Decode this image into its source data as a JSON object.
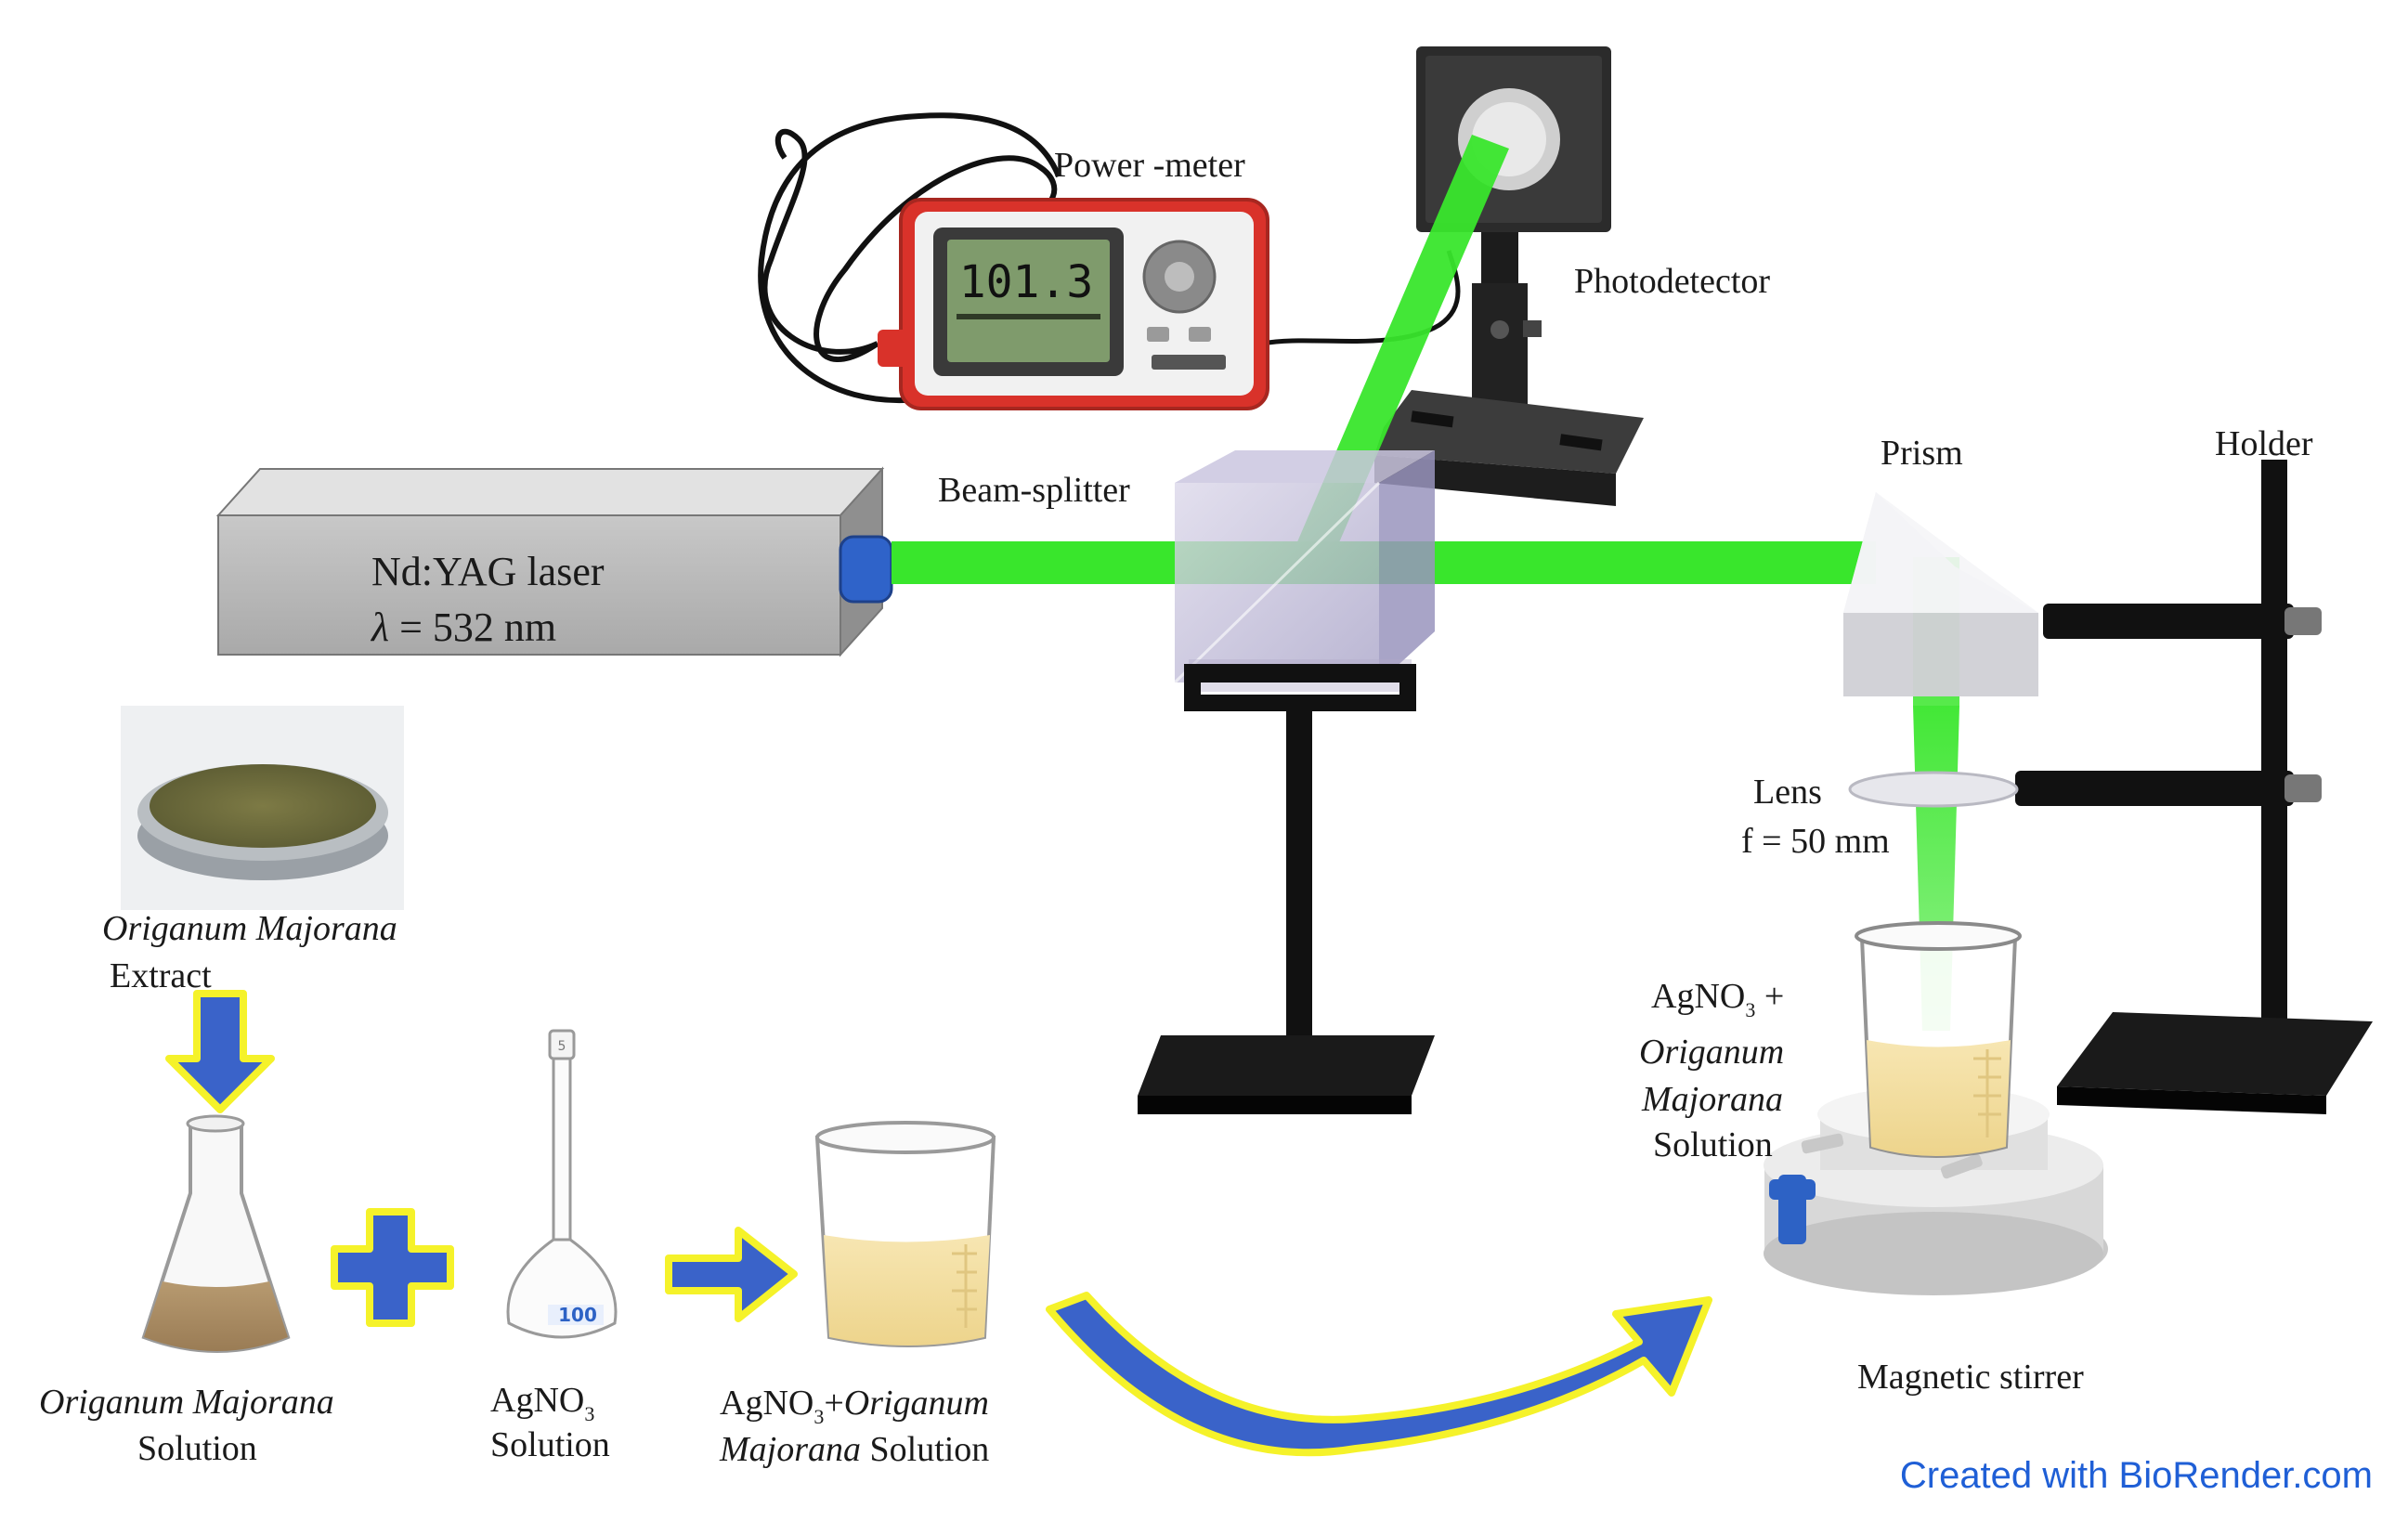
{
  "labels": {
    "power_meter": "Power -meter",
    "photodetector": "Photodetector",
    "beam_splitter": "Beam-splitter",
    "prism": "Prism",
    "holder": "Holder",
    "laser_name": "Nd:YAG  laser",
    "laser_lambda_symbol": "λ",
    "laser_lambda_value": " = 532 nm",
    "lens": "Lens",
    "lens_focal": "f = 50 mm",
    "extract_name": "Origanum Majorana",
    "extract_word": "Extract",
    "solution1_name": "Origanum Majorana",
    "solution1_word": "Solution",
    "agno3_prefix": "AgNO",
    "agno3_sub": "3",
    "agno3_word": "Solution",
    "mix_prefix": "AgNO",
    "mix_sub": "3",
    "mix_plus": "+",
    "mix_name_a": "Origanum",
    "mix_name_b": "Majorana",
    "mix_word": "  Solution",
    "stirrer_prefix": "AgNO",
    "stirrer_sub": "3",
    "stirrer_plus": " +",
    "stirrer_name_a": "Origanum",
    "stirrer_name_b": "Majorana",
    "stirrer_word": "Solution",
    "magnetic_stirrer": "Magnetic  stirrer",
    "meter_reading": "101.3",
    "flask_volume": "100",
    "credit": "Created with BioRender.com"
  },
  "colors": {
    "beam": "#39e62c",
    "arrow_blue": "#3a63c9",
    "arrow_yellow": "#f5f22a",
    "meter_red": "#e23a2e",
    "credit_blue": "#1f5fd6"
  }
}
